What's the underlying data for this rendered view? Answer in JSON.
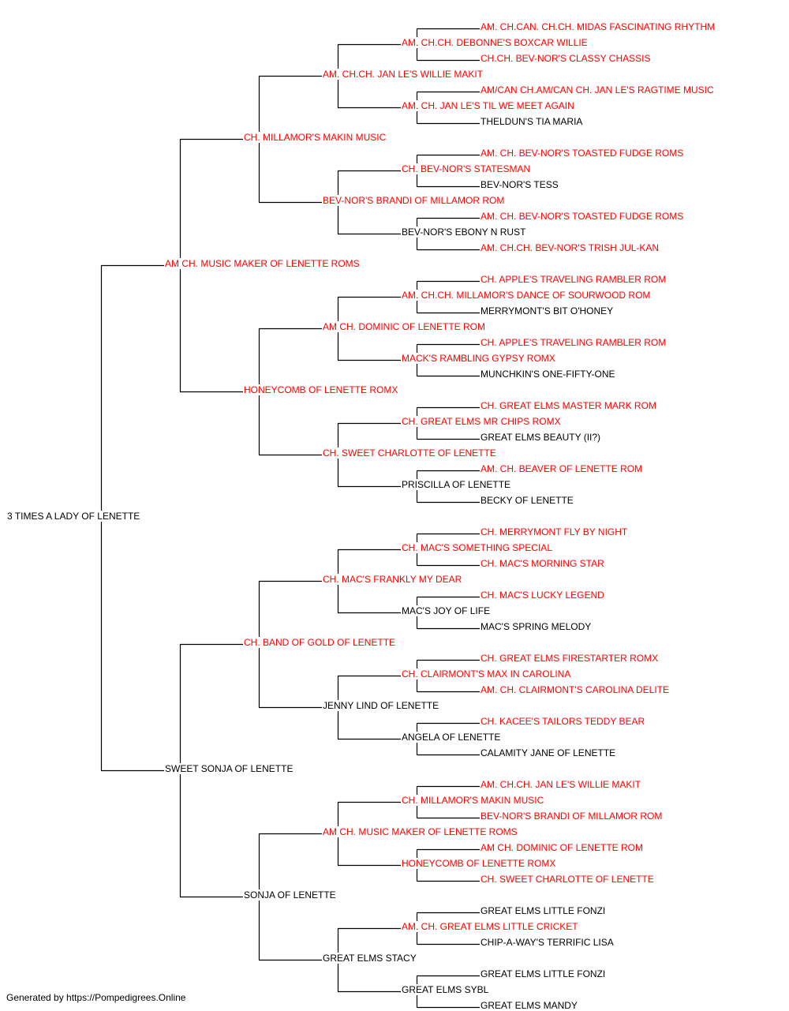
{
  "colors": {
    "champion": "#ff0000",
    "normal": "#000000",
    "line": "#000000"
  },
  "pedigree": {
    "name": "3 TIMES A LADY OF LENETTE",
    "red": false,
    "sire": {
      "name": "AM CH. MUSIC MAKER OF LENETTE ROMS",
      "red": true,
      "sire": {
        "name": "CH. MILLAMOR'S MAKIN MUSIC",
        "red": true,
        "sire": {
          "name": "AM. CH.CH. JAN LE'S WILLIE MAKIT",
          "red": true,
          "sire": {
            "name": "AM. CH.CH. DEBONNE'S BOXCAR WILLIE",
            "red": true,
            "sire": {
              "name": "AM. CH.CAN. CH.CH. MIDAS FASCINATING RHYTHM",
              "red": true
            },
            "dam": {
              "name": "CH.CH. BEV-NOR'S CLASSY CHASSIS",
              "red": true
            }
          },
          "dam": {
            "name": "AM. CH. JAN LE'S TIL WE MEET AGAIN",
            "red": true,
            "sire": {
              "name": "AM/CAN CH.AM/CAN CH. JAN LE'S RAGTIME MUSIC",
              "red": true
            },
            "dam": {
              "name": "THELDUN'S TIA MARIA",
              "red": false
            }
          }
        },
        "dam": {
          "name": "BEV-NOR'S BRANDI OF MILLAMOR ROM",
          "red": true,
          "sire": {
            "name": "CH. BEV-NOR'S STATESMAN",
            "red": true,
            "sire": {
              "name": "AM. CH. BEV-NOR'S TOASTED FUDGE ROMS",
              "red": true
            },
            "dam": {
              "name": "BEV-NOR'S TESS",
              "red": false
            }
          },
          "dam": {
            "name": "BEV-NOR'S EBONY N RUST",
            "red": false,
            "sire": {
              "name": "AM. CH. BEV-NOR'S TOASTED FUDGE ROMS",
              "red": true
            },
            "dam": {
              "name": "AM. CH.CH. BEV-NOR'S TRISH JUL-KAN",
              "red": true
            }
          }
        }
      },
      "dam": {
        "name": "HONEYCOMB OF LENETTE ROMX",
        "red": true,
        "sire": {
          "name": "AM CH. DOMINIC OF LENETTE ROM",
          "red": true,
          "sire": {
            "name": "AM. CH.CH. MILLAMOR'S DANCE OF SOURWOOD ROM",
            "red": true,
            "sire": {
              "name": "CH. APPLE'S TRAVELING RAMBLER ROM",
              "red": true
            },
            "dam": {
              "name": "MERRYMONT'S BIT O'HONEY",
              "red": false
            }
          },
          "dam": {
            "name": "MACK'S RAMBLING GYPSY ROMX",
            "red": true,
            "sire": {
              "name": "CH. APPLE'S TRAVELING RAMBLER ROM",
              "red": true
            },
            "dam": {
              "name": "MUNCHKIN'S ONE-FIFTY-ONE",
              "red": false
            }
          }
        },
        "dam": {
          "name": "CH. SWEET CHARLOTTE OF LENETTE",
          "red": true,
          "sire": {
            "name": "CH. GREAT ELMS MR CHIPS ROMX",
            "red": true,
            "sire": {
              "name": "CH. GREAT ELMS MASTER MARK ROM",
              "red": true
            },
            "dam": {
              "name": "GREAT ELMS BEAUTY (II?)",
              "red": false
            }
          },
          "dam": {
            "name": "PRISCILLA OF LENETTE",
            "red": false,
            "sire": {
              "name": "AM. CH. BEAVER OF LENETTE ROM",
              "red": true
            },
            "dam": {
              "name": "BECKY OF LENETTE",
              "red": false
            }
          }
        }
      }
    },
    "dam": {
      "name": "SWEET SONJA OF LENETTE",
      "red": false,
      "sire": {
        "name": "CH. BAND OF GOLD OF LENETTE",
        "red": true,
        "sire": {
          "name": "CH. MAC'S FRANKLY MY DEAR",
          "red": true,
          "sire": {
            "name": "CH. MAC'S SOMETHING SPECIAL",
            "red": true,
            "sire": {
              "name": "CH. MERRYMONT FLY BY NIGHT",
              "red": true
            },
            "dam": {
              "name": "CH. MAC'S MORNING STAR",
              "red": true
            }
          },
          "dam": {
            "name": "MAC'S JOY OF LIFE",
            "red": false,
            "sire": {
              "name": "CH. MAC'S LUCKY LEGEND",
              "red": true
            },
            "dam": {
              "name": "MAC'S SPRING MELODY",
              "red": false
            }
          }
        },
        "dam": {
          "name": "JENNY LIND OF LENETTE",
          "red": false,
          "sire": {
            "name": "CH. CLAIRMONT'S MAX IN CAROLINA",
            "red": true,
            "sire": {
              "name": "CH. GREAT ELMS FIRESTARTER ROMX",
              "red": true
            },
            "dam": {
              "name": "AM. CH. CLAIRMONT'S CAROLINA DELITE",
              "red": true
            }
          },
          "dam": {
            "name": "ANGELA OF LENETTE",
            "red": false,
            "sire": {
              "name": "CH. KACEE'S TAILORS TEDDY BEAR",
              "red": true
            },
            "dam": {
              "name": "CALAMITY JANE OF LENETTE",
              "red": false
            }
          }
        }
      },
      "dam": {
        "name": "SONJA OF LENETTE",
        "red": false,
        "sire": {
          "name": "AM CH. MUSIC MAKER OF LENETTE ROMS",
          "red": true,
          "sire": {
            "name": "CH. MILLAMOR'S MAKIN MUSIC",
            "red": true,
            "sire": {
              "name": "AM. CH.CH. JAN LE'S WILLIE MAKIT",
              "red": true
            },
            "dam": {
              "name": "BEV-NOR'S BRANDI OF MILLAMOR ROM",
              "red": true
            }
          },
          "dam": {
            "name": "HONEYCOMB OF LENETTE ROMX",
            "red": true,
            "sire": {
              "name": "AM CH. DOMINIC OF LENETTE ROM",
              "red": true
            },
            "dam": {
              "name": "CH. SWEET CHARLOTTE OF LENETTE",
              "red": true
            }
          }
        },
        "dam": {
          "name": "GREAT ELMS STACY",
          "red": false,
          "sire": {
            "name": "AM. CH. GREAT ELMS LITTLE CRICKET",
            "red": true,
            "sire": {
              "name": "GREAT ELMS LITTLE FONZI",
              "red": false
            },
            "dam": {
              "name": "CHIP-A-WAY'S TERRIFIC LISA",
              "red": false
            }
          },
          "dam": {
            "name": "GREAT ELMS SYBL",
            "red": false,
            "sire": {
              "name": "GREAT ELMS LITTLE FONZI",
              "red": false
            },
            "dam": {
              "name": "GREAT ELMS MANDY",
              "red": false
            }
          }
        }
      }
    }
  },
  "footer": {
    "text": "Generated by https://Pompedigrees.Online"
  }
}
